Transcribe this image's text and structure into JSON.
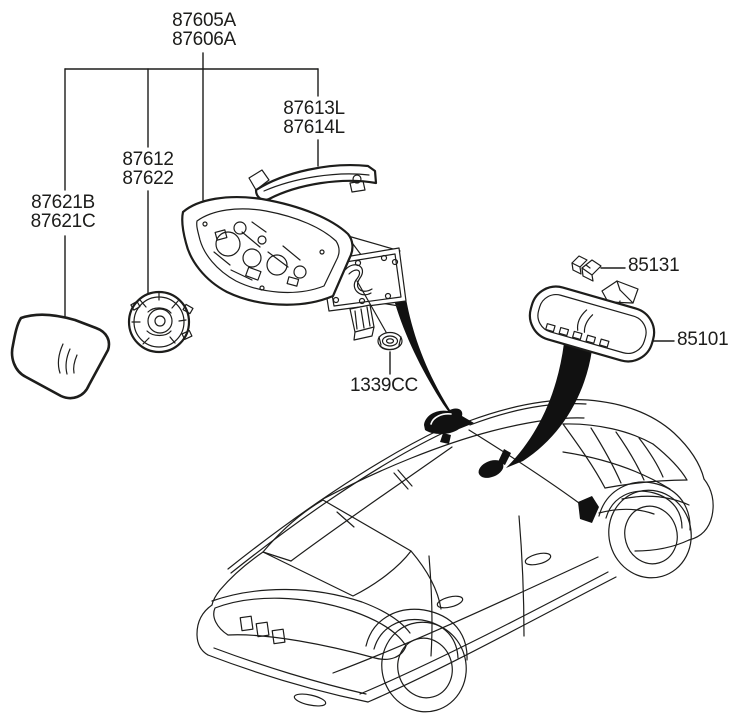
{
  "page": {
    "background": "#ffffff",
    "ink": "#1d1d1b"
  },
  "callouts": {
    "outside_mirror_assembly": {
      "lines": [
        "87605A",
        "87606A"
      ]
    },
    "turn_signal_lamp": {
      "lines": [
        "87613L",
        "87614L"
      ]
    },
    "mirror_actuator": {
      "lines": [
        "87612",
        "87622"
      ]
    },
    "mirror_glass": {
      "lines": [
        "87621B",
        "87621C"
      ]
    },
    "mounting_nut": {
      "lines": [
        "1339CC"
      ]
    },
    "inside_mirror_cover": {
      "lines": [
        "85131"
      ]
    },
    "inside_mirror": {
      "lines": [
        "85101"
      ]
    }
  }
}
